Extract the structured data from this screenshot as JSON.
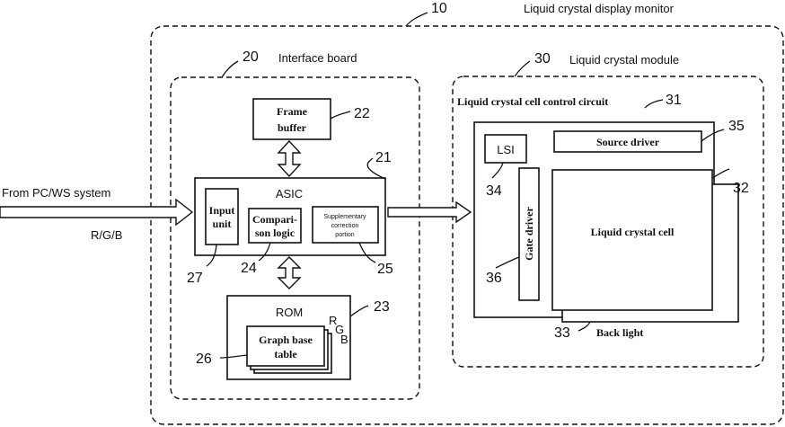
{
  "monitor": {
    "ref": "10",
    "label": "Liquid crystal display monitor"
  },
  "interface_board": {
    "ref": "20",
    "label": "Interface board"
  },
  "lc_module": {
    "ref": "30",
    "label": "Liquid crystal module"
  },
  "frame_buffer": {
    "ref": "22",
    "line1": "Frame",
    "line2": "buffer"
  },
  "asic": {
    "ref": "21",
    "label": "ASIC"
  },
  "input_unit": {
    "ref": "27",
    "line1": "Input",
    "line2": "unit"
  },
  "comparison_logic": {
    "ref": "24",
    "line1": "Compari-",
    "line2": "son logic"
  },
  "supplementary": {
    "ref": "25",
    "line1": "Supplementary",
    "line2": "correction",
    "line3": "portion"
  },
  "rom": {
    "ref": "23",
    "label": "ROM",
    "r": "R",
    "g": "G",
    "b": "B"
  },
  "graph_table": {
    "ref": "26",
    "line1": "Graph base",
    "line2": "table"
  },
  "input_signal": {
    "source": "From PC/WS system",
    "signal": "R/G/B"
  },
  "control_circuit": {
    "ref": "31",
    "label": "Liquid crystal cell control circuit"
  },
  "lsi": {
    "ref": "34",
    "label": "LSI"
  },
  "source_driver": {
    "ref": "35",
    "label": "Source driver"
  },
  "gate_driver": {
    "ref": "36",
    "label": "Gate driver"
  },
  "lc_cell": {
    "ref": "32",
    "label": "Liquid crystal cell"
  },
  "back_light": {
    "ref": "33",
    "label": "Back light"
  }
}
